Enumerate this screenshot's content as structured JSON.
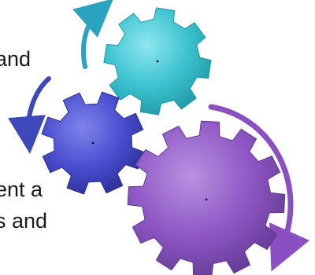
{
  "text_fragments": [
    "and",
    "ent a",
    "s and"
  ],
  "gears": [
    {
      "name": "teal-gear",
      "color": "#3cc3cf",
      "shade": "#1f97a6",
      "light": "#8fe6ee"
    },
    {
      "name": "blue-gear",
      "color": "#4a4fd0",
      "shade": "#2c2f96",
      "light": "#7f84ea"
    },
    {
      "name": "purple-gear",
      "color": "#8e57c4",
      "shade": "#633a93",
      "light": "#b892e0"
    }
  ],
  "arrows": [
    {
      "name": "teal-arrow",
      "color": "#2aa3c0"
    },
    {
      "name": "blue-arrow",
      "color": "#3d49b8"
    },
    {
      "name": "purple-arrow",
      "color": "#8a4fc0"
    }
  ]
}
